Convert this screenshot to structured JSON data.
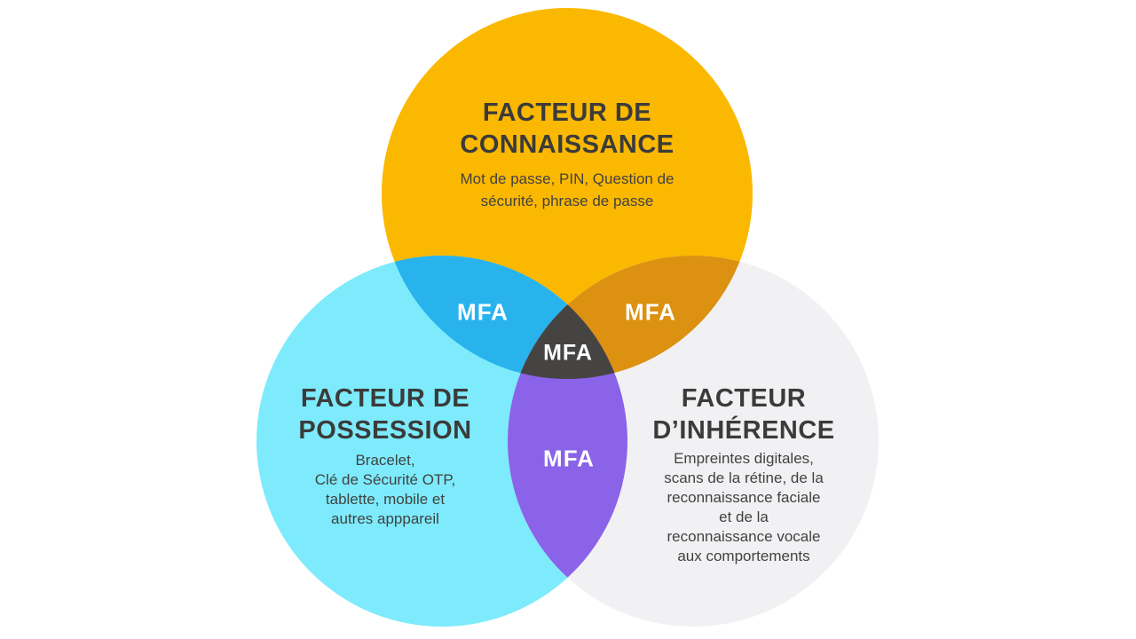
{
  "diagram": {
    "type": "venn",
    "background": "#FFFFFF",
    "circles": [
      {
        "name": "connaissance",
        "title": "FACTEUR DE\nCONNAISSANCE",
        "description": "Mot de passe, PIN, Question de\nsécurité, phrase de passe",
        "color": "#FBB800"
      },
      {
        "name": "possession",
        "title": "FACTEUR DE\nPOSSESSION",
        "description": "Bracelet,\nClé de Sécurité OTP,\ntablette, mobile et\nautres apppareil",
        "color": "#7DEBFC"
      },
      {
        "name": "inherence",
        "title": "FACTEUR\nD’INHÉRENCE",
        "description": "Empreintes digitales,\nscans de la rétine, de la\nreconnaissance faciale\net de la\nreconnaissance vocale\naux comportements",
        "color": "#F1F1F3"
      }
    ],
    "intersections": [
      {
        "name": "connaissance-possession",
        "label": "MFA",
        "color": "#29B3ED"
      },
      {
        "name": "connaissance-inherence",
        "label": "MFA",
        "color": "#DC9110"
      },
      {
        "name": "possession-inherence",
        "label": "MFA",
        "color": "#8A63E8"
      },
      {
        "name": "all-three",
        "label": "MFA",
        "color": "#464343"
      }
    ],
    "text_colors": {
      "title": "#3B3B3B",
      "description": "#424242",
      "overlap_label": "#FFFFFF"
    }
  }
}
